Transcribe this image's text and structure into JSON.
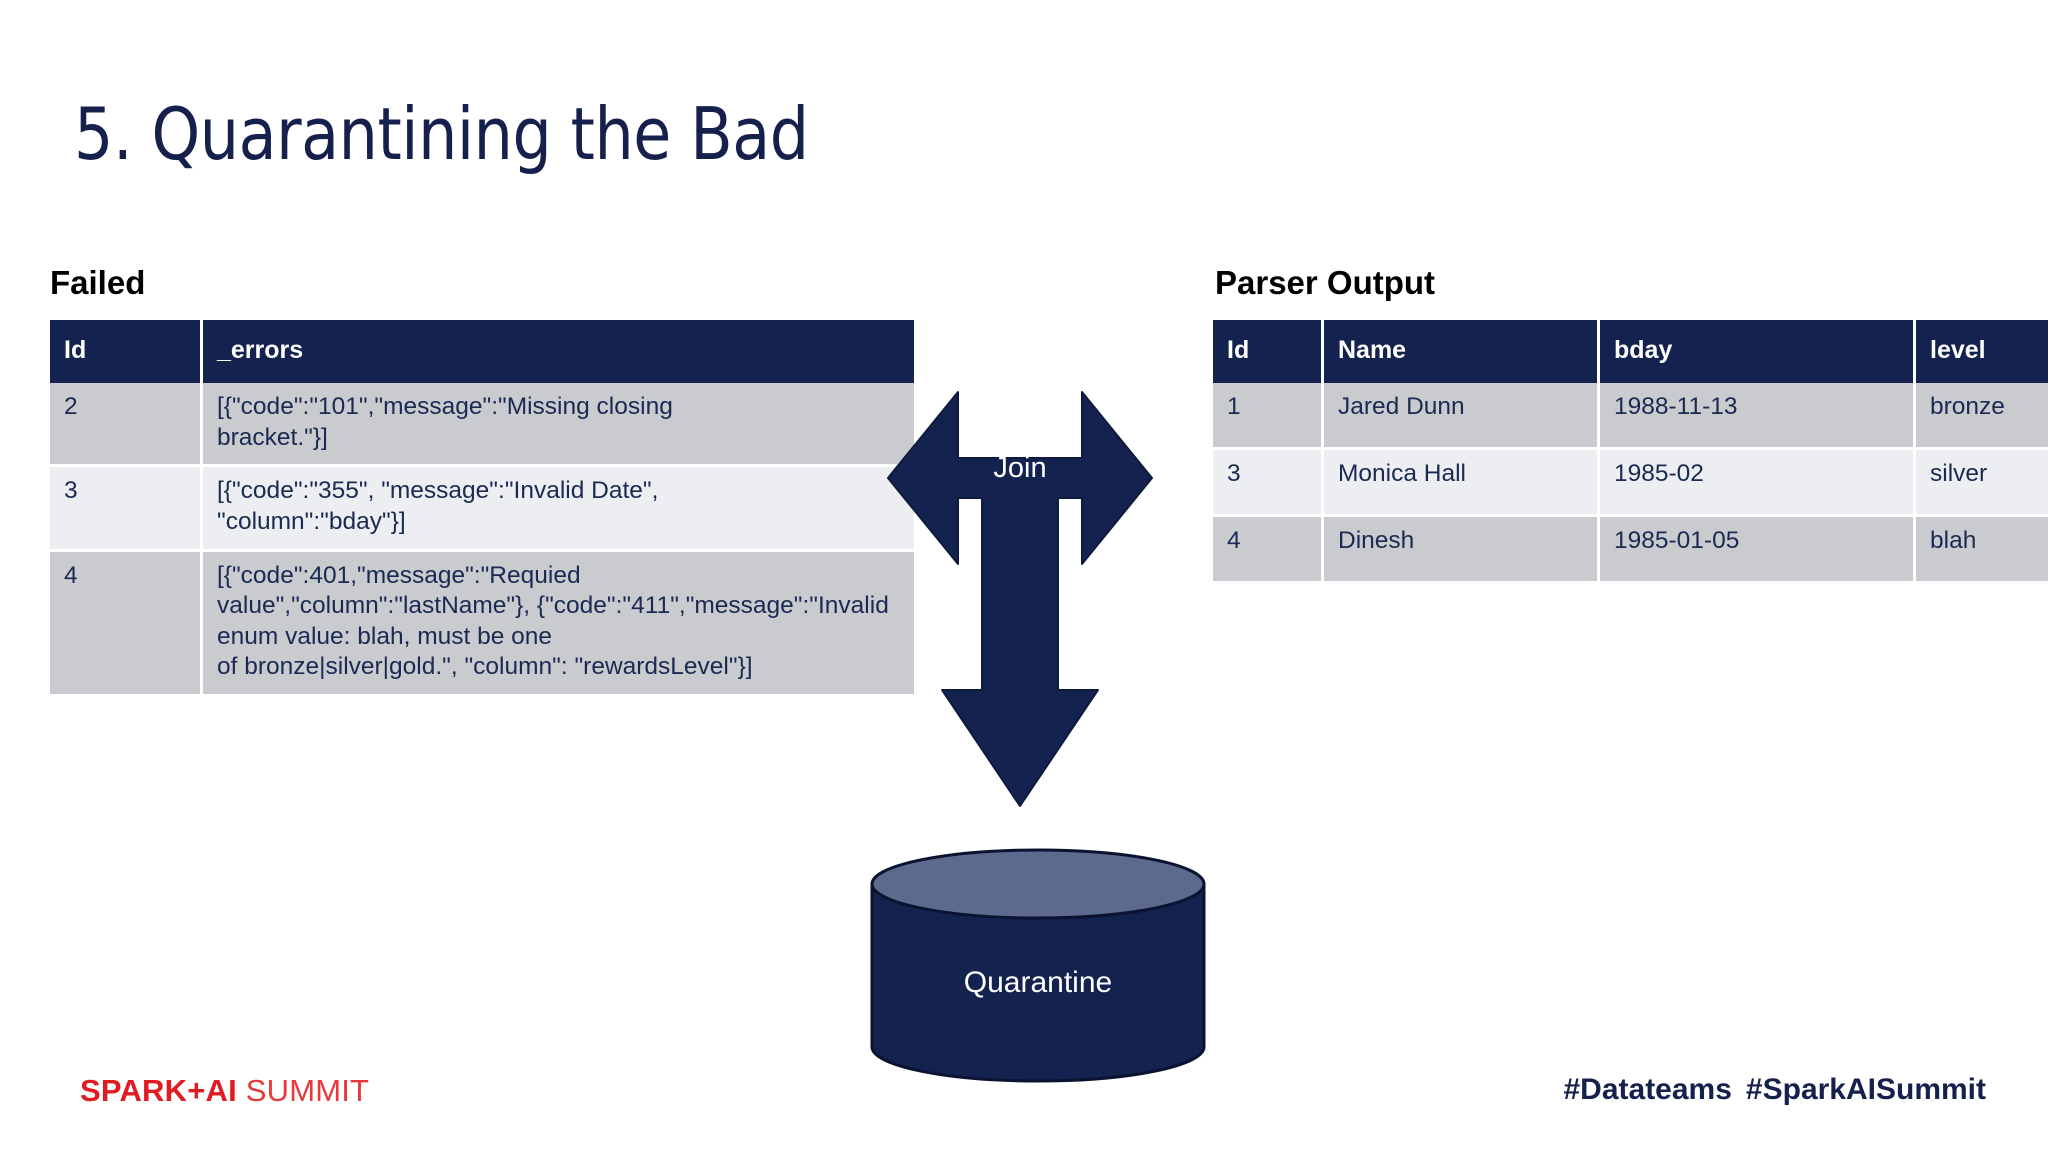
{
  "slide": {
    "title": "5. Quarantining the Bad",
    "title_color": "#16204c",
    "background": "#ffffff"
  },
  "failed_panel": {
    "heading": "Failed",
    "table": {
      "columns": [
        "Id",
        "_errors"
      ],
      "rows": [
        {
          "id": "2",
          "errors": "[{\"code\":\"101\",\"message\":\"Missing closing\nbracket.\"}]"
        },
        {
          "id": "3",
          "errors": "[{\"code\":\"355\", \"message\":\"Invalid Date\",\n\"column\":\"bday\"}]"
        },
        {
          "id": "4",
          "errors": "[{\"code\":401,\"message\":\"Requied value\",\"column\":\"lastName\"}, {\"code\":\"411\",\"message\":\"Invalid enum value: blah, must be one\nof bronze|silver|gold.\", \"column\": \"rewardsLevel\"}]"
        }
      ]
    }
  },
  "parser_panel": {
    "heading": "Parser Output",
    "table": {
      "columns": [
        "Id",
        "Name",
        "bday",
        "level"
      ],
      "rows": [
        {
          "id": "1",
          "name": "Jared Dunn",
          "bday": "1988-11-13",
          "level": "bronze"
        },
        {
          "id": "3",
          "name": "Monica Hall",
          "bday": "1985-02",
          "level": "silver"
        },
        {
          "id": "4",
          "name": "Dinesh",
          "bday": "1985-01-05",
          "level": "blah"
        }
      ]
    }
  },
  "diagram": {
    "join_label": "Join",
    "quarantine_label": "Quarantine",
    "arrow_color": "#13224f",
    "cylinder_body_color": "#13224f",
    "cylinder_top_color": "#5c6a8e"
  },
  "footer": {
    "logo_bold": "SPARK+AI",
    "logo_light": " SUMMIT",
    "hashtag_1": "#Datateams",
    "hashtag_2": "#SparkAISummit",
    "brand_red": "#e01c22",
    "hashtag_color": "#16204c"
  }
}
